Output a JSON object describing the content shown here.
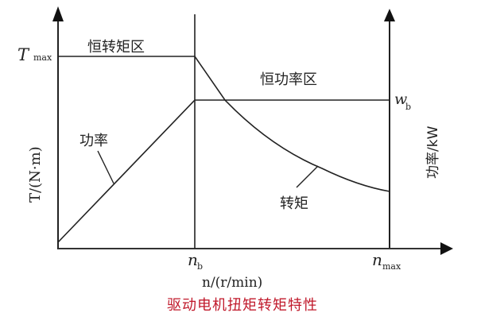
{
  "chart_data": {
    "type": "line",
    "title": "驱动电机扭矩转矩特性",
    "xlabel": "n/(r/min)",
    "ylabel_left": "T/(N·m)",
    "ylabel_right": "功率/kW",
    "x_ticks": [
      {
        "base": "n",
        "sub": "b",
        "x": 0.41
      },
      {
        "base": "n",
        "sub": "max",
        "x": 1.0
      }
    ],
    "y_ticks_left": [
      {
        "base": "T",
        "sub": "max"
      }
    ],
    "y_ticks_right": [
      {
        "base": "w",
        "sub": "b"
      }
    ],
    "regions": [
      "恒转矩区",
      "恒功率区"
    ],
    "series": [
      {
        "name": "转矩",
        "description": "Constant at T_max from 0 to n_b, then decreasing hyperbolically to n_max",
        "x": [
          0,
          0.41,
          0.5,
          0.6,
          0.7,
          0.8,
          0.9,
          1.0
        ],
        "y": [
          1.0,
          1.0,
          0.74,
          0.58,
          0.46,
          0.36,
          0.29,
          0.23
        ]
      },
      {
        "name": "功率",
        "description": "Linear rise from 0 to w_b at n_b, then constant w_b to n_max",
        "x": [
          0,
          0.41,
          1.0
        ],
        "y": [
          0.0,
          0.76,
          0.76
        ]
      }
    ],
    "annotations": [
      "恒转矩区",
      "恒功率区",
      "功率",
      "转矩"
    ],
    "grid": false,
    "legend": "none"
  },
  "labels": {
    "t_max_base": "T",
    "t_max_sub": "max",
    "w_b_base": "w",
    "w_b_sub": "b",
    "n_b_base": "n",
    "n_b_sub": "b",
    "n_max_base": "n",
    "n_max_sub": "max",
    "ylabel_left": "T/(N·m)",
    "ylabel_right": "功率/kW",
    "xlabel": "n/(r/min)",
    "region_constant_torque": "恒转矩区",
    "region_constant_power": "恒功率区",
    "curve_power": "功率",
    "curve_torque": "转矩"
  },
  "caption": "驱动电机扭矩转矩特性",
  "colors": {
    "line": "#222222",
    "caption": "#c0182a"
  }
}
